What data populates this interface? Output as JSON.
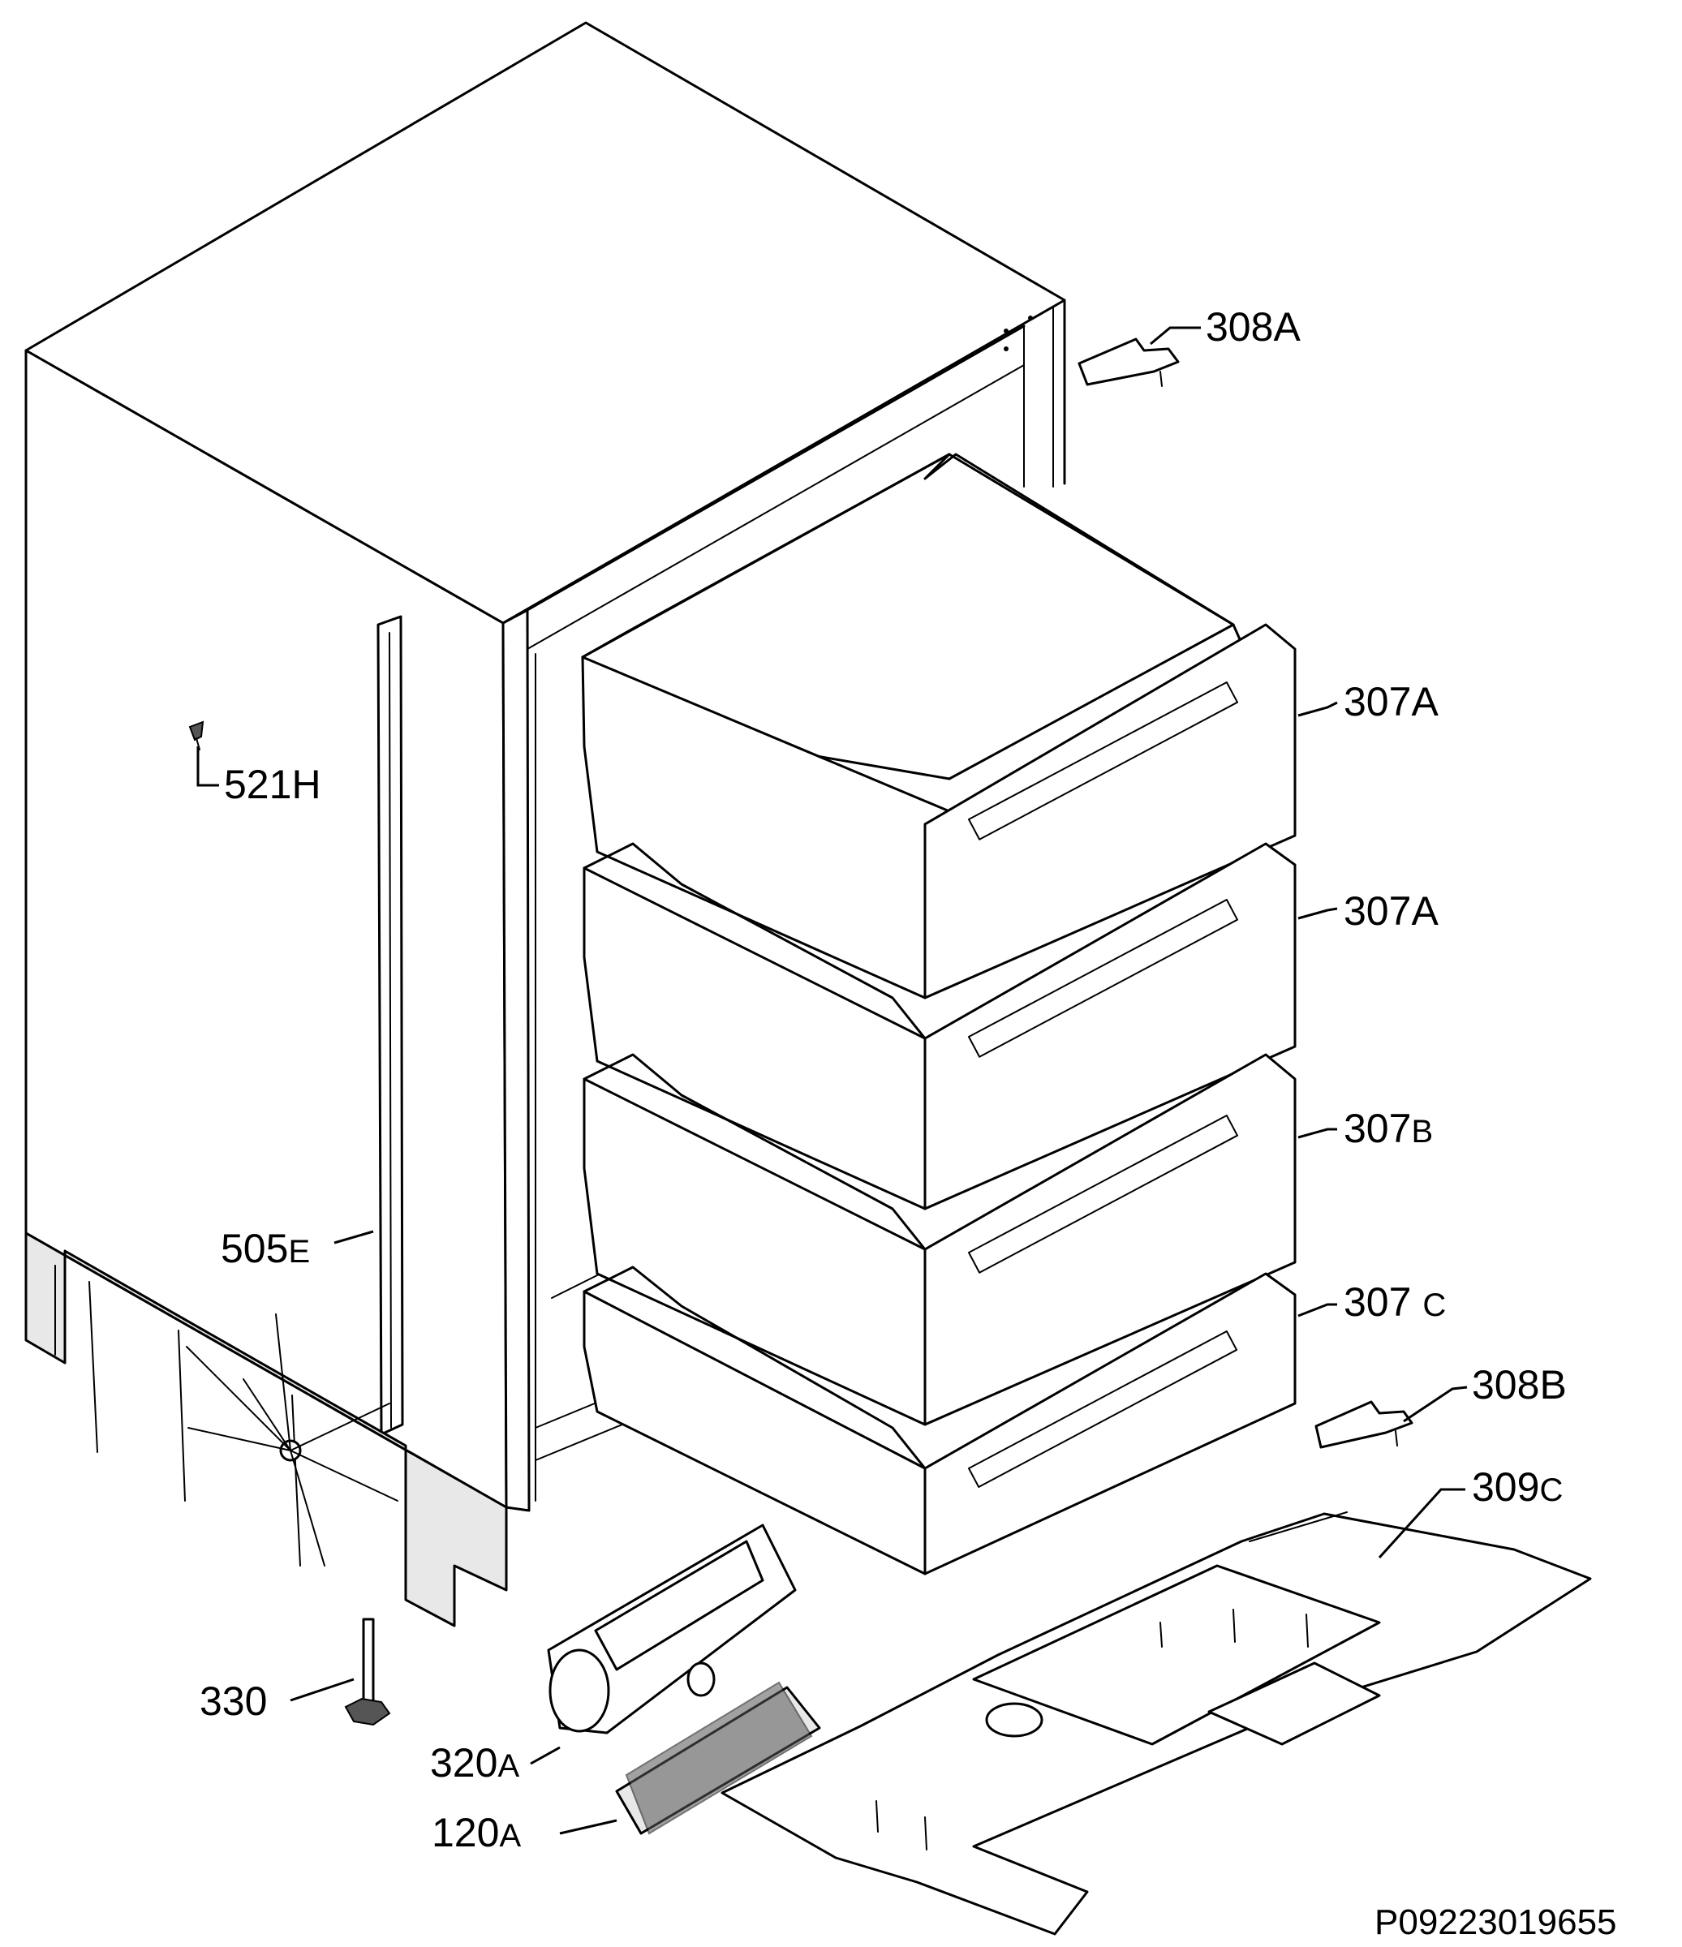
{
  "callouts": [
    {
      "id": "308A",
      "num": "308",
      "suffix": "A"
    },
    {
      "id": "307A-1",
      "num": "307",
      "suffix": "A"
    },
    {
      "id": "307A-2",
      "num": "307",
      "suffix": "A"
    },
    {
      "id": "307B",
      "num": "307",
      "suffix": "B"
    },
    {
      "id": "307C",
      "num": "307 ",
      "suffix": "C"
    },
    {
      "id": "308B",
      "num": "308",
      "suffix": "B"
    },
    {
      "id": "309C",
      "num": "309",
      "suffix": "C"
    },
    {
      "id": "521H",
      "num": "521",
      "suffix": "H"
    },
    {
      "id": "505E",
      "num": "505",
      "suffix": "E"
    },
    {
      "id": "330",
      "num": "330",
      "suffix": ""
    },
    {
      "id": "320A",
      "num": "320",
      "suffix": "A"
    },
    {
      "id": "120A",
      "num": "120",
      "suffix": "A"
    }
  ],
  "part_id": "P09223019655"
}
